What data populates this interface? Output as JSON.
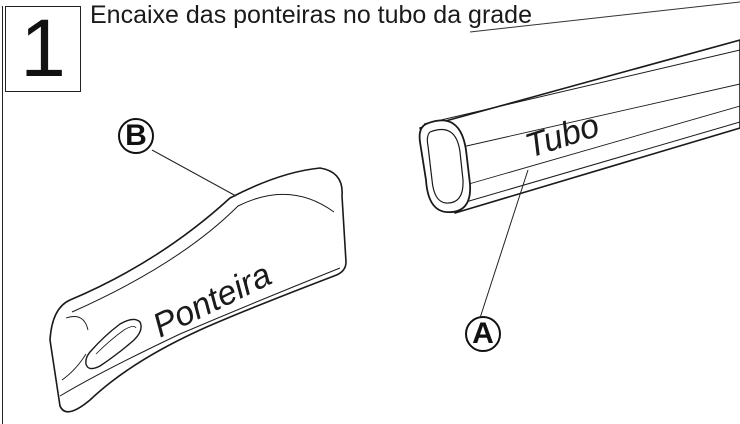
{
  "step": {
    "number": "1"
  },
  "header": {
    "title": "Encaixe das ponteiras no tubo da grade"
  },
  "callouts": {
    "a": {
      "letter": "A"
    },
    "b": {
      "letter": "B"
    }
  },
  "parts": {
    "tube_label": "Tubo",
    "end_cap_label": "Ponteira"
  }
}
